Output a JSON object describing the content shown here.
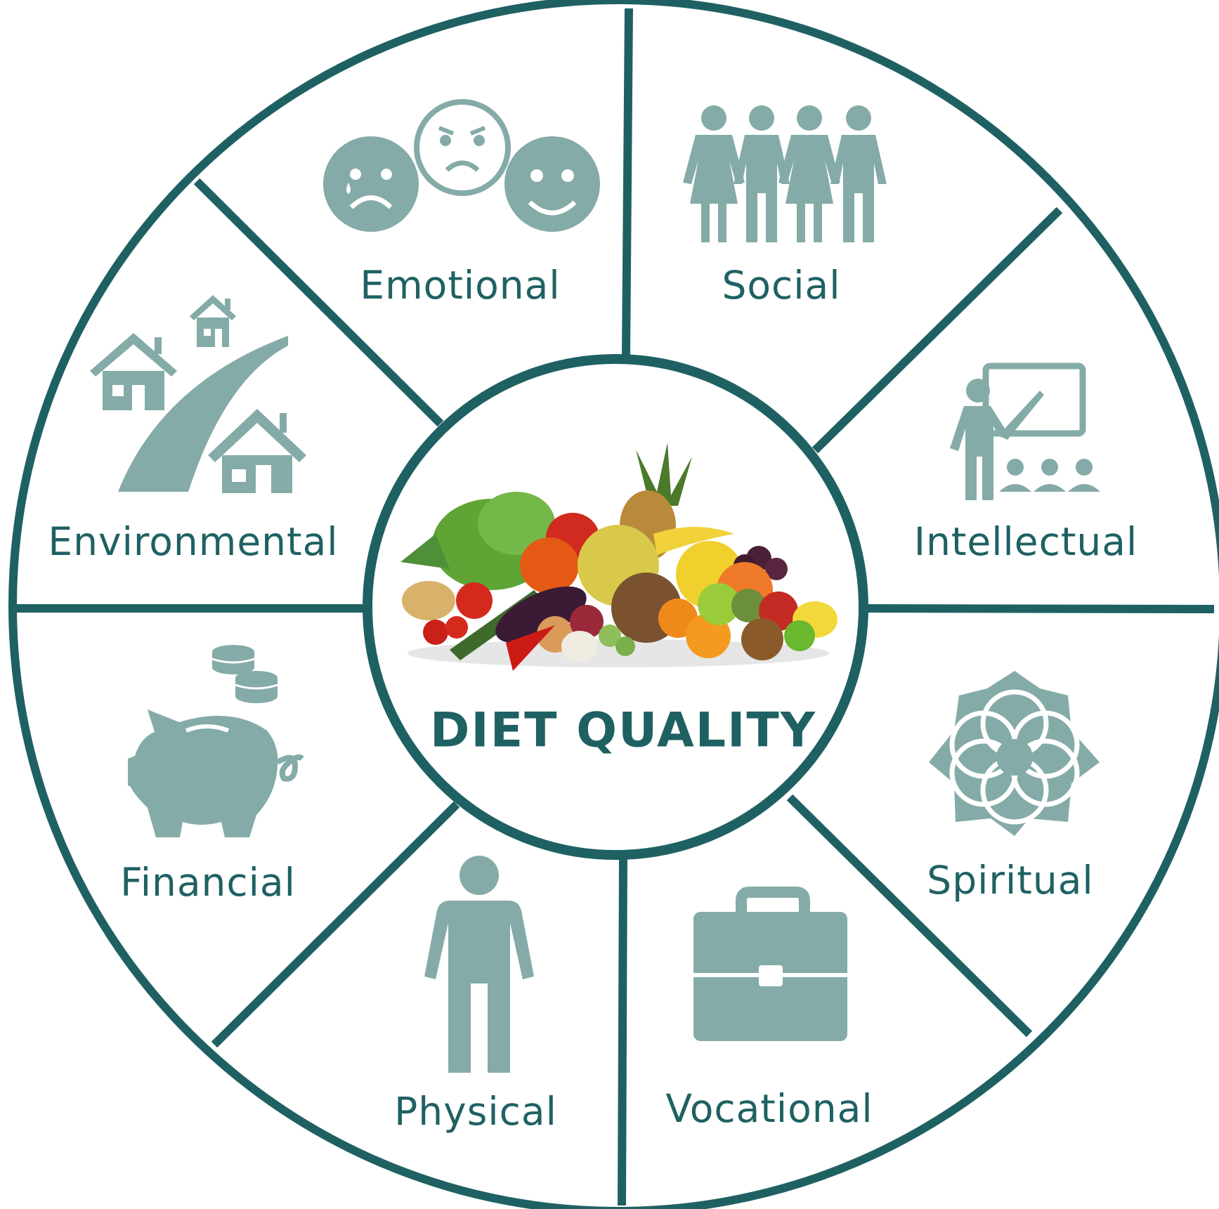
{
  "center": {
    "title": "DIET QUALITY",
    "image": "fruits-and-vegetables-pile"
  },
  "segments": [
    {
      "label": "Emotional",
      "icon": "emotion-faces-icon"
    },
    {
      "label": "Social",
      "icon": "group-of-people-icon"
    },
    {
      "label": "Intellectual",
      "icon": "teacher-classroom-icon"
    },
    {
      "label": "Spiritual",
      "icon": "lotus-flower-icon"
    },
    {
      "label": "Vocational",
      "icon": "briefcase-icon"
    },
    {
      "label": "Physical",
      "icon": "person-icon"
    },
    {
      "label": "Financial",
      "icon": "piggy-bank-coins-icon"
    },
    {
      "label": "Environmental",
      "icon": "houses-road-icon"
    }
  ],
  "colors": {
    "ring": "#1f6163",
    "icon": "#84aba7",
    "text": "#1f6163"
  }
}
